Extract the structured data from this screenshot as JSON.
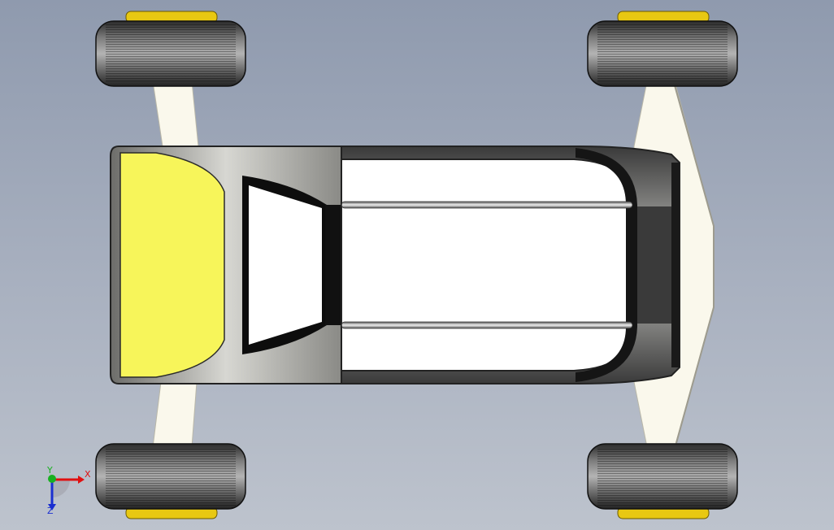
{
  "viewport": {
    "background_top": "#8f9aae",
    "background_bottom": "#bdc3cd"
  },
  "model": {
    "body_color": "#f4f4f4",
    "accent_color": "#f7f55a",
    "hubcap_color": "#e8c812",
    "frame_color": "#faf8ec",
    "wheels": [
      "front-left",
      "front-right",
      "rear-left",
      "rear-right"
    ]
  },
  "triad": {
    "x_label": "X",
    "y_label": "Y",
    "z_label": "Z",
    "x_color": "#e01010",
    "y_color": "#18b020",
    "z_color": "#1a2fd0"
  }
}
